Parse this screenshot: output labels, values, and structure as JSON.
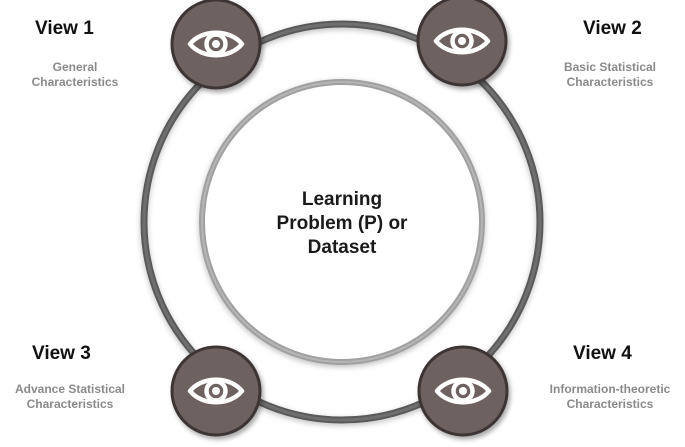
{
  "center": {
    "lines": [
      "Learning",
      "Problem (P) or",
      "Dataset"
    ]
  },
  "views": [
    {
      "title": "View 1",
      "desc": [
        "General",
        "Characteristics"
      ],
      "icon": "eye-icon"
    },
    {
      "title": "View 2",
      "desc": [
        "Basic Statistical",
        "Characteristics"
      ],
      "icon": "eye-icon"
    },
    {
      "title": "View 3",
      "desc": [
        "Advance Statistical",
        "Characteristics"
      ],
      "icon": "eye-icon"
    },
    {
      "title": "View 4",
      "desc": [
        "Information-theoretic",
        "Characteristics"
      ],
      "icon": "eye-icon"
    }
  ],
  "colors": {
    "outer_ring": "#5a5a5a",
    "inner_ring": "#9a9a9a",
    "badge_fill": "#6e6260",
    "badge_stroke": "#3e3634",
    "eye": "#ffffff",
    "title": "#111111",
    "desc": "#8a8a8a"
  }
}
